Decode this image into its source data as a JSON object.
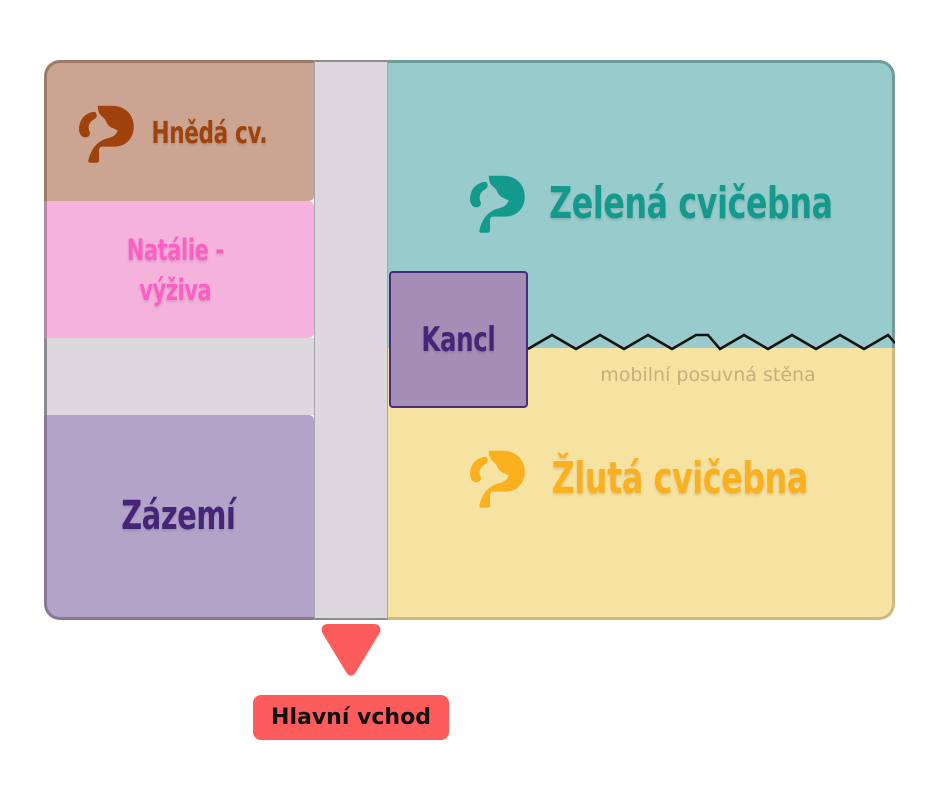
{
  "floor_plan": {
    "rooms": {
      "brown": {
        "label": "Hnědá cv.",
        "color": "#a0420b",
        "bg": "#cca592"
      },
      "pink": {
        "label_line1": "Natálie -",
        "label_line2": "výživa",
        "color": "#ff5ec4",
        "bg": "#f4b2dc"
      },
      "zazemi": {
        "label": "Zázemí",
        "color": "#452578",
        "bg": "#b3a3c9"
      },
      "green": {
        "label": "Zelená cvičebna",
        "color": "#14998d",
        "bg": "#98cbcb"
      },
      "kancl": {
        "label": "Kancl",
        "color": "#452578",
        "bg": "#a38fb5"
      },
      "yellow": {
        "label": "Žlutá cvičebna",
        "color": "#fbb01f",
        "bg": "#f6e3a1"
      }
    },
    "wall": {
      "label": "mobilní posuvná stěna"
    },
    "entrance": {
      "label": "Hlavní vchod",
      "color": "#fd5c5d"
    },
    "icons": {
      "logo": "dog-p-logo-icon",
      "arrow": "arrow-down-icon"
    }
  }
}
